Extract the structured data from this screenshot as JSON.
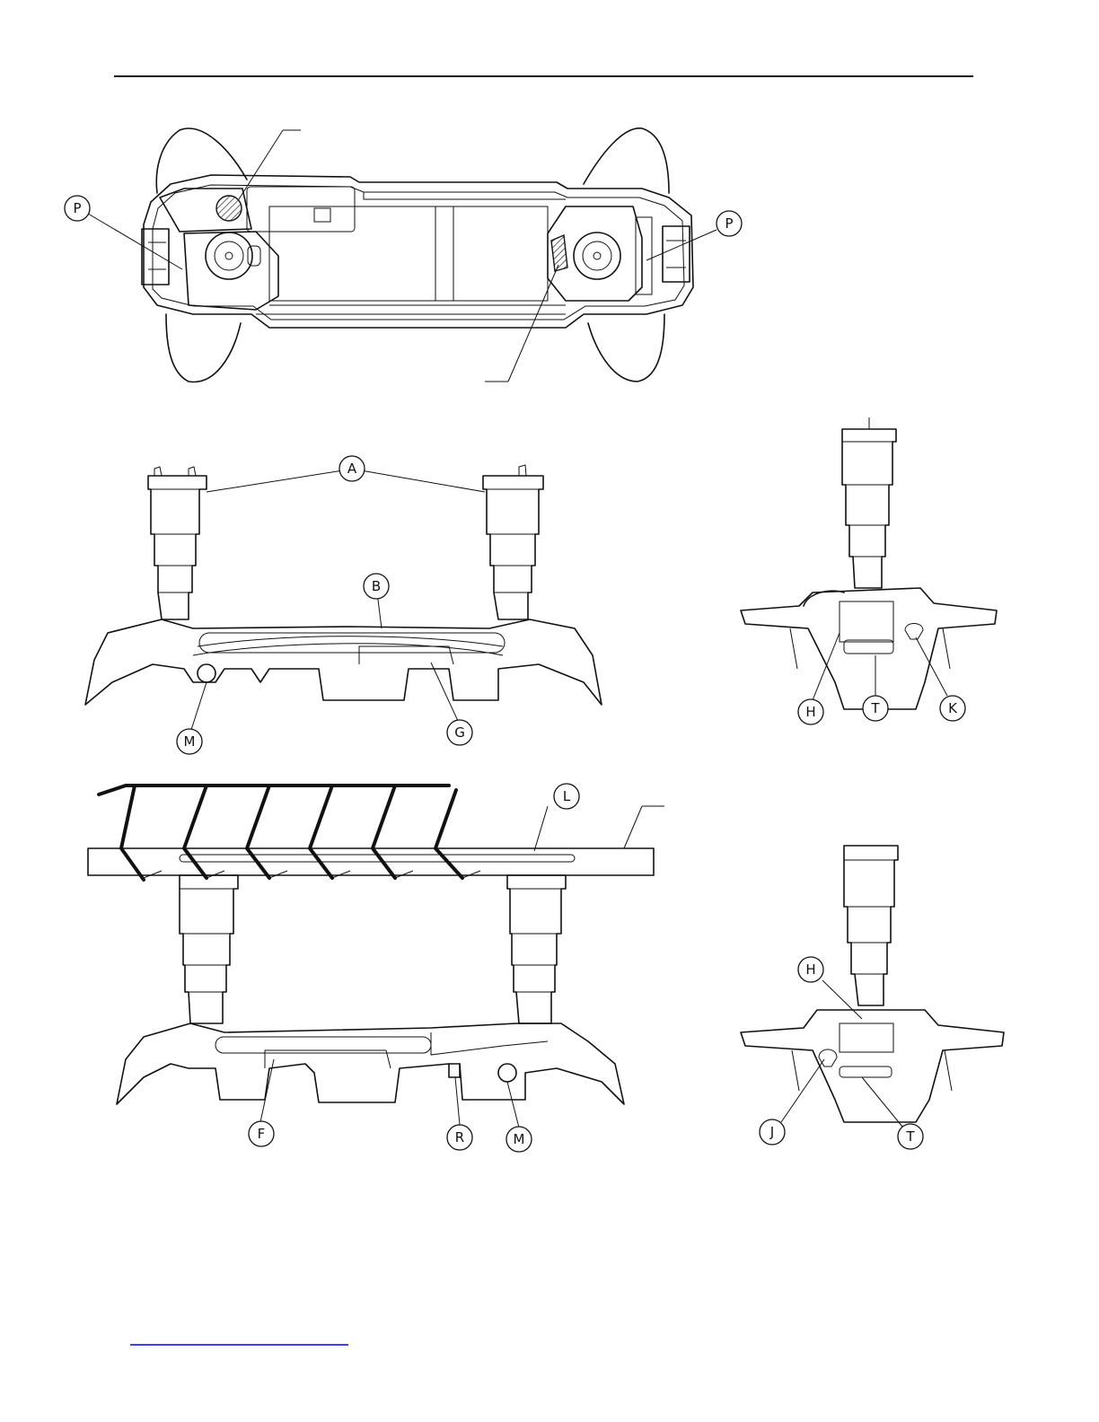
{
  "callouts": {
    "P": "P",
    "A": "A",
    "B": "B",
    "M": "M",
    "G": "G",
    "H": "H",
    "T": "T",
    "K": "K",
    "L": "L",
    "F": "F",
    "R": "R",
    "J": "J"
  },
  "footer_link": ""
}
